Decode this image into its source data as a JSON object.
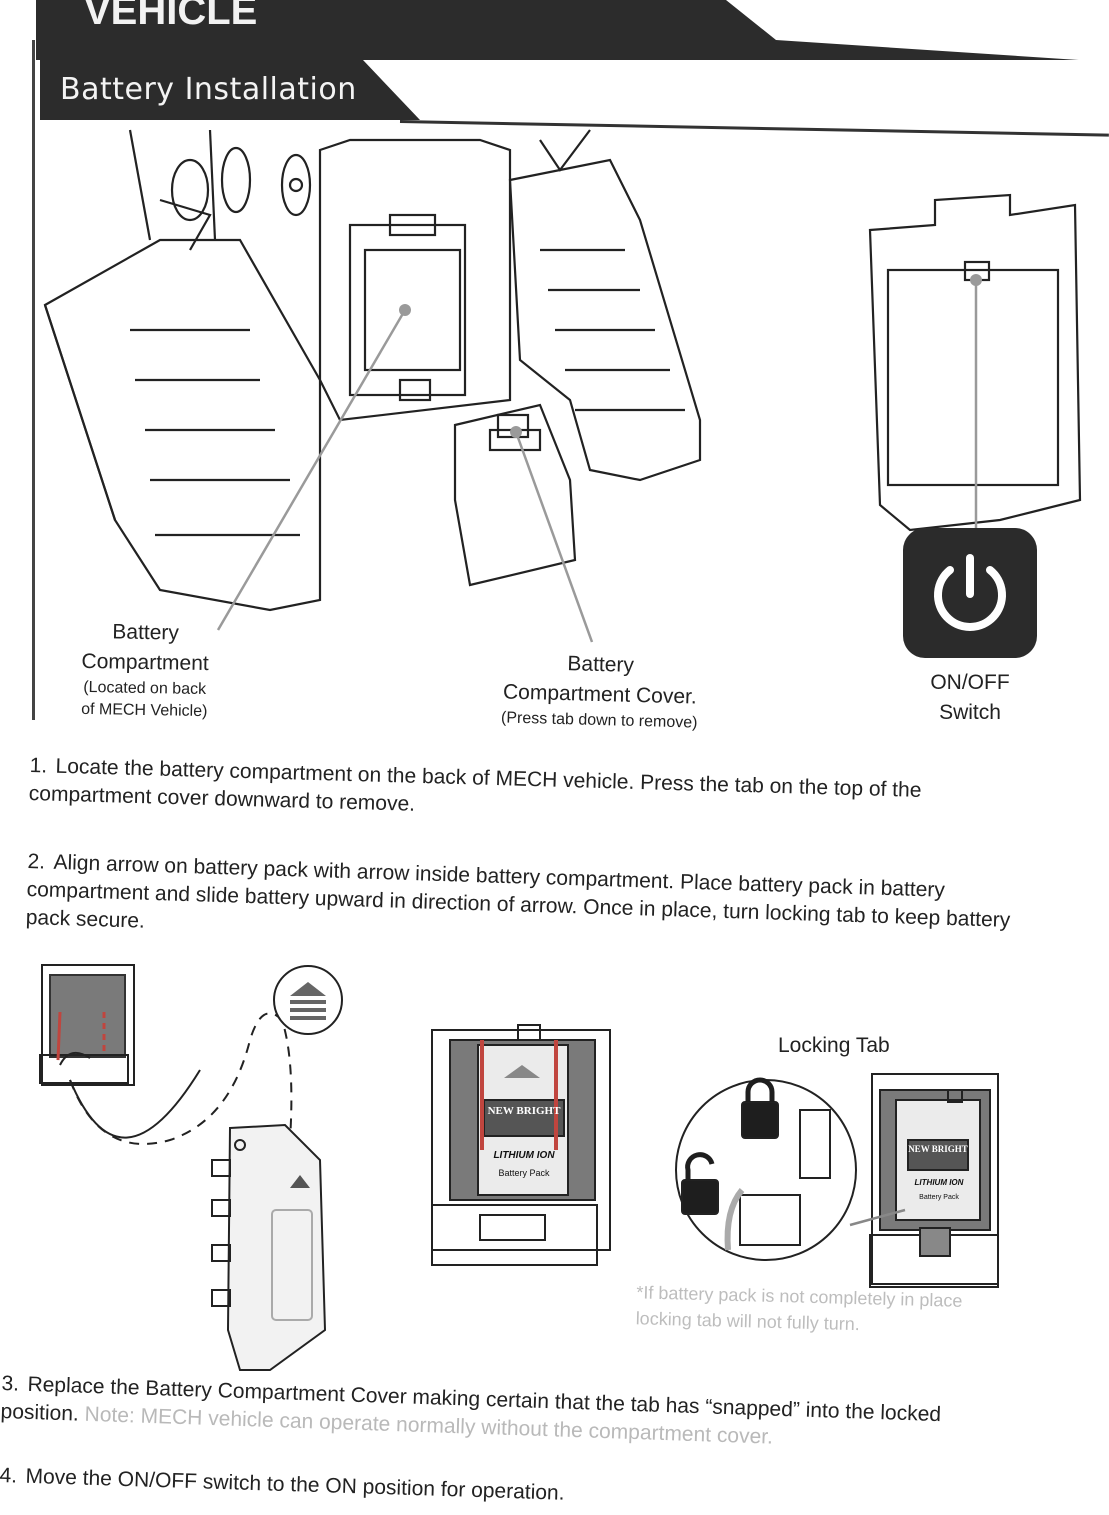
{
  "header": {
    "top_word": "VEHICLE",
    "section_title": "Battery Installation"
  },
  "labels": {
    "battery_compartment": {
      "line1": "Battery",
      "line2": "Compartment",
      "sub1": "(Located on back",
      "sub2": "of MECH Vehicle)"
    },
    "battery_cover": {
      "line1": "Battery",
      "line2": "Compartment Cover.",
      "sub": "(Press tab down to remove)"
    },
    "switch": {
      "line1": "ON/OFF",
      "line2": "Switch"
    },
    "locking_tab": "Locking Tab",
    "battery_pack_brand": "NEW BRIGHT",
    "battery_pack_type": "LITHIUM ION",
    "battery_pack_caption": "Battery Pack"
  },
  "steps": [
    {
      "num": "1.",
      "text": "Locate the battery compartment on the back of MECH vehicle. Press the tab on the top of the compartment cover downward to remove."
    },
    {
      "num": "2.",
      "text": "Align arrow on battery pack with arrow inside battery compartment. Place battery pack in battery compartment and slide battery upward in direction of arrow. Once in place, turn locking tab to keep battery pack secure."
    },
    {
      "num": "3.",
      "text": "Replace the Battery Compartment Cover making certain that the  tab has “snapped” into the locked position.",
      "note": "Note: MECH vehicle can operate normally without the compartment cover."
    },
    {
      "num": "4.",
      "text": "Move the ON/OFF switch to the ON position for operation."
    }
  ],
  "fine_note": "*If battery pack is not completely in place locking tab will not fully turn.",
  "colors": {
    "header_dark": "#2c2c2c",
    "switch_bg": "#2b2b2b",
    "leader_line": "#9a9a9a",
    "battery_red": "#c0453e"
  }
}
